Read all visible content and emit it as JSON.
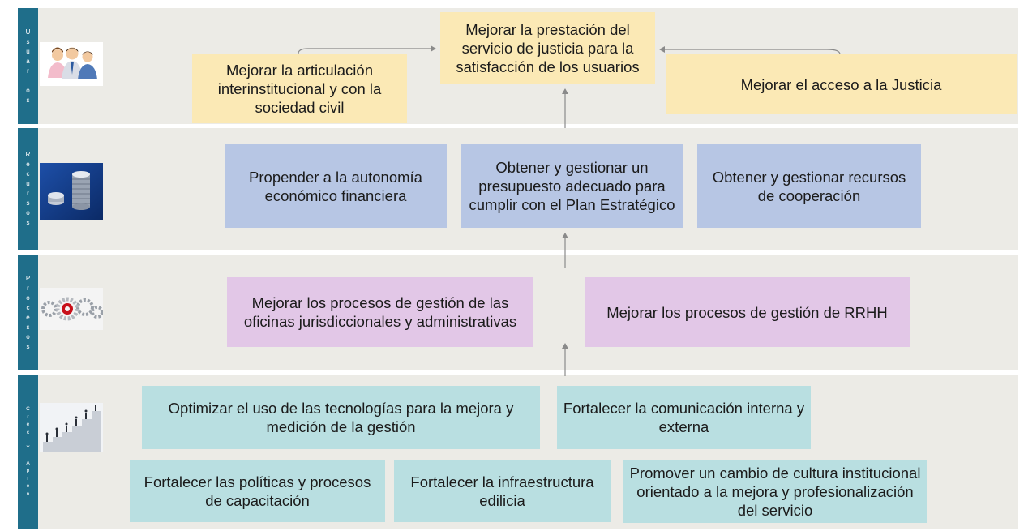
{
  "perspectives": [
    {
      "label": "Usuarios",
      "icon": "users-icon"
    },
    {
      "label": "Recursos",
      "icon": "coins-icon"
    },
    {
      "label": "Procesos",
      "icon": "gears-icon"
    },
    {
      "label": "Crec.Y Apren",
      "icon": "growth-steps-icon"
    }
  ],
  "objectives": {
    "usuarios": {
      "main": "Mejorar la prestación del servicio de justicia para la satisfacción de los usuarios",
      "left": "Mejorar la articulación interinstitucional y con la sociedad civil",
      "right": "Mejorar el acceso a la Justicia"
    },
    "recursos": [
      "Propender a la autonomía económico financiera",
      "Obtener y gestionar un presupuesto adecuado para cumplir con el Plan Estratégico",
      "Obtener y gestionar recursos de cooperación"
    ],
    "procesos": [
      "Mejorar los procesos de gestión de las oficinas jurisdiccionales y administrativas",
      "Mejorar los procesos de gestión de RRHH"
    ],
    "aprendizaje": [
      "Optimizar el uso de las tecnologías para la mejora y medición de la gestión",
      "Fortalecer la comunicación interna y externa",
      "Fortalecer las políticas y procesos de capacitación",
      "Fortalecer la infraestructura edilicia",
      "Promover un cambio de cultura institucional orientado a la mejora y profesionalización del servicio"
    ]
  },
  "colors": {
    "tab": "#1f6e8a",
    "band": "#ecebe6",
    "usuarios_box": "#fbe9b5",
    "recursos_box": "#b7c6e4",
    "procesos_box": "#e2c7e7",
    "aprendizaje_box": "#b9dfe1",
    "arrow": "#8a8a8a"
  }
}
